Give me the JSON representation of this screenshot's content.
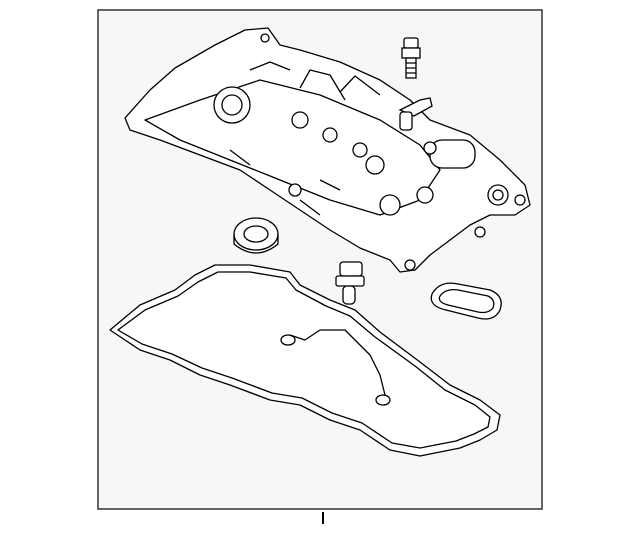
{
  "diagram": {
    "frame_background": "#f7f7f7",
    "line_color": "#000000",
    "parts": [
      "valve-cover",
      "bolt",
      "pcv-valve",
      "oil-filler-seal",
      "sensor",
      "gasket",
      "small-gasket"
    ]
  }
}
